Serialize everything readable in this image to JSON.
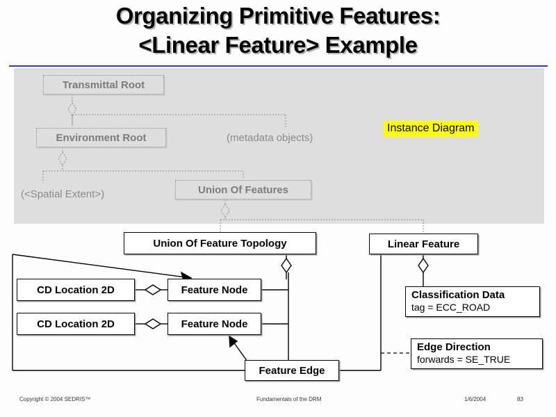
{
  "slide": {
    "title_lines": [
      "Organizing Primitive Features:",
      "<Linear Feature> Example"
    ],
    "accent_rule_color": "#3a30c8",
    "dim_panel_color": "#dedede",
    "highlight_color": "#ffff00"
  },
  "callout": {
    "instance_diagram": "Instance Diagram"
  },
  "dim_nodes": [
    {
      "label": "Transmittal Root"
    },
    {
      "label": "Environment Root"
    },
    {
      "label": "Union Of Features"
    }
  ],
  "dim_labels": [
    {
      "text": "(metadata objects)"
    },
    {
      "text": "(<Spatial Extent>)"
    }
  ],
  "nodes": [
    {
      "label": "Union Of Feature Topology"
    },
    {
      "label": "Linear Feature"
    },
    {
      "label": "CD Location 2D"
    },
    {
      "label": "CD Location 2D"
    },
    {
      "label": "Feature Node"
    },
    {
      "label": "Feature Node"
    },
    {
      "label": "Feature Edge"
    }
  ],
  "attr_nodes": [
    {
      "title": "Classification Data",
      "sub": "tag = ECC_ROAD"
    },
    {
      "title": "Edge Direction",
      "sub": "forwards = SE_TRUE"
    }
  ],
  "footer": {
    "copyright": "Copyright © 2004 SEDRIS™",
    "center": "Fundamentals of the DRM",
    "date": "1/6/2004",
    "page": "83"
  }
}
